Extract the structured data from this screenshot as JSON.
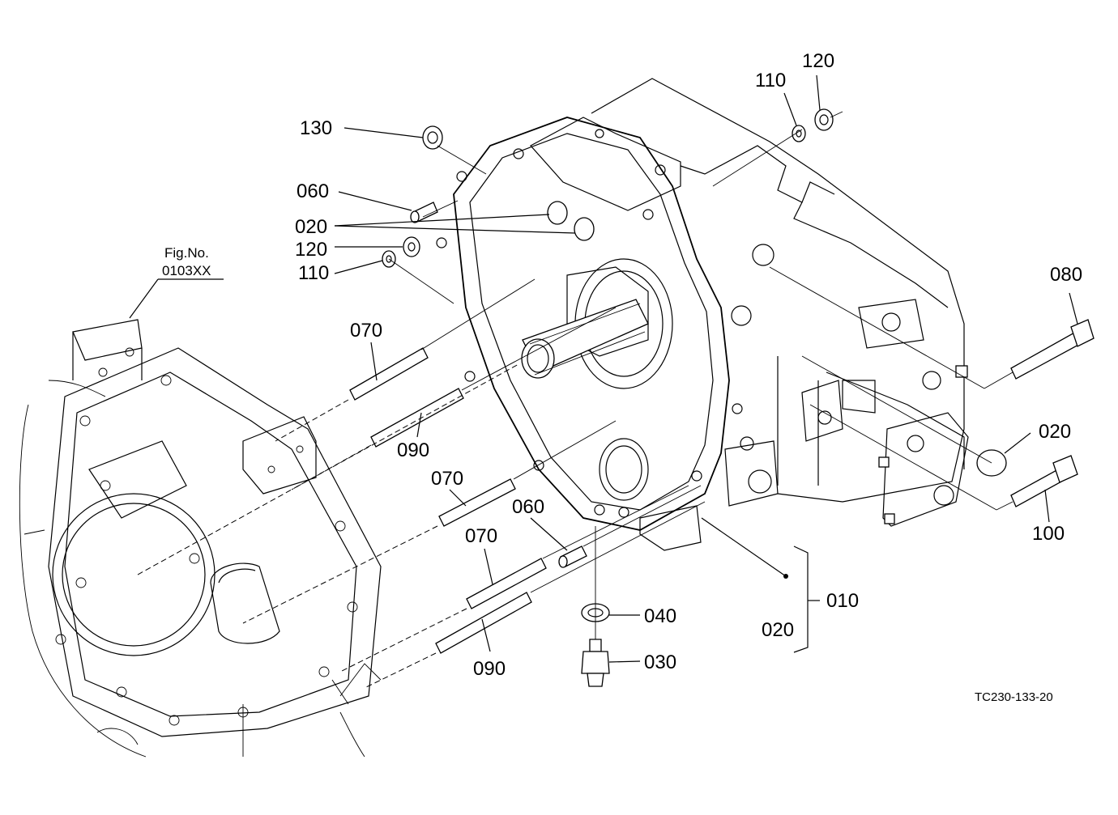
{
  "figure_ref": {
    "title": "Fig.No.",
    "number": "0103XX"
  },
  "callouts": [
    {
      "id": "130_top",
      "label": "130"
    },
    {
      "id": "110_top",
      "label": "110"
    },
    {
      "id": "120_top",
      "label": "120"
    },
    {
      "id": "060_top",
      "label": "060"
    },
    {
      "id": "020_top",
      "label": "020"
    },
    {
      "id": "120_left",
      "label": "120"
    },
    {
      "id": "110_left",
      "label": "110"
    },
    {
      "id": "080",
      "label": "080"
    },
    {
      "id": "070_a",
      "label": "070"
    },
    {
      "id": "090_a",
      "label": "090"
    },
    {
      "id": "070_b",
      "label": "070"
    },
    {
      "id": "060_b",
      "label": "060"
    },
    {
      "id": "070_c",
      "label": "070"
    },
    {
      "id": "090_b",
      "label": "090"
    },
    {
      "id": "020_right",
      "label": "020"
    },
    {
      "id": "100",
      "label": "100"
    },
    {
      "id": "040",
      "label": "040"
    },
    {
      "id": "030",
      "label": "030"
    },
    {
      "id": "010",
      "label": "010"
    },
    {
      "id": "020_bracket",
      "label": "020"
    }
  ],
  "drawing_code": "TC230-133-20"
}
